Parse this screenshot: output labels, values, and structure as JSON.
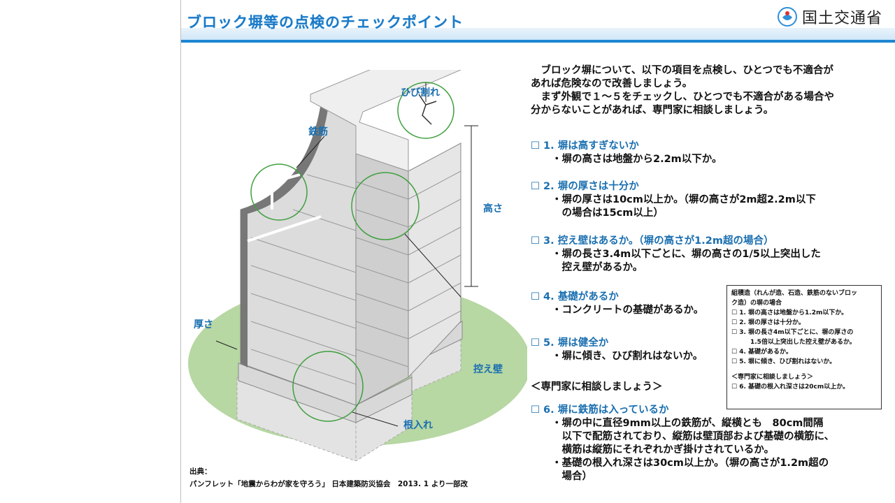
{
  "header": {
    "title": "ブロック塀等の点検のチェックポイント",
    "logo_text": "国土交通省",
    "brand_color": "#1a7ac8"
  },
  "intro": [
    "　ブロック塀について、以下の項目を点検し、ひとつでも不適合が",
    "あれば危険なので改善しましょう。",
    "　まず外観で１～５をチェックし、ひとつでも不適合がある場合や",
    "分からないことがあれば、専門家に相談しましょう。"
  ],
  "checklist": [
    {
      "head": "☐ 1. 塀は高すぎないか",
      "details": [
        "・塀の高さは地盤から2.2m以下か。"
      ]
    },
    {
      "head": "☐ 2. 塀の厚さは十分か",
      "details": [
        "・塀の厚さは10cm以上か。（塀の高さが2m超2.2m以下",
        "　の場合は15cm以上）"
      ]
    },
    {
      "head": "☐ 3. 控え壁はあるか。（塀の高さが1.2m超の場合）",
      "details": [
        "・塀の長さ3.4m以下ごとに、塀の高さの1/5以上突出した",
        "　控え壁があるか。"
      ]
    },
    {
      "head": "☐ 4. 基礎があるか",
      "details": [
        "・コンクリートの基礎があるか。"
      ]
    },
    {
      "head": "☐ 5. 塀は健全か",
      "details": [
        "・塀に傾き、ひび割れはないか。"
      ]
    },
    {
      "head": "☐ 6. 塀に鉄筋は入っているか",
      "details": [
        "・塀の中に直径9mm以上の鉄筋が、縦横とも　80cm間隔",
        "　以下で配筋されており、縦筋は壁頂部および基礎の横筋に、",
        "　横筋は縦筋にそれぞれかぎ掛けされているか。",
        "・基礎の根入れ深さは30cm以上か。（塀の高さが1.2m超の",
        "　場合）"
      ]
    }
  ],
  "consult_label": "＜専門家に相談しましょう＞",
  "masonry_box": {
    "lines": [
      "組積造（れんが造、石造、鉄筋のないブロッ",
      "ク造）の塀の場合",
      "☐ 1. 塀の高さは地盤から1.2m以下か。",
      "☐ 2. 塀の厚さは十分か。",
      "☐ 3. 塀の長さ4m以下ごとに、塀の厚さの",
      "　　　1.5倍以上突出した控え壁があるか。",
      "☐ 4. 基礎があるか。",
      "☐ 5. 塀に傾き、ひび割れはないか。",
      "",
      "＜専門家に相談しましょう＞",
      "☐ 6. 基礎の根入れ深さは20cm以上か。"
    ]
  },
  "diagram_labels": {
    "crack": "ひび割れ",
    "rebar": "鉄筋",
    "height": "高さ",
    "thickness": "厚さ",
    "buttress": "控え壁",
    "embedment": "根入れ"
  },
  "source": {
    "label": "出典：",
    "text": "パンフレット「地震からわが家を守ろう」 日本建築防災協会　2013. 1 より一部改"
  }
}
